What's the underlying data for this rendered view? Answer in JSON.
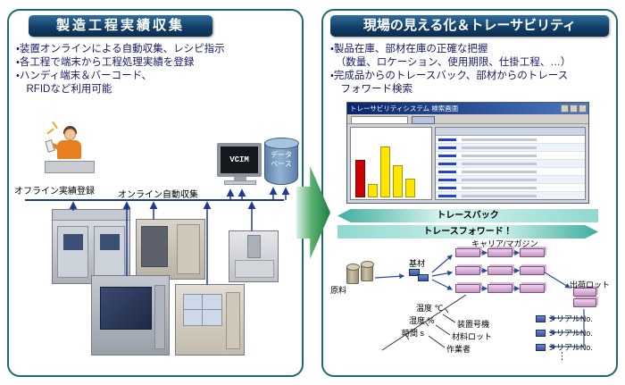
{
  "colors": {
    "panel_border": "#1f6b6b",
    "header_blue": "#0e3a60",
    "flow_arrow_green": "#1e7e46",
    "trace_teal": "#3fae9e",
    "bar_red": "#cc0000",
    "bar_yellow": "#ffe600"
  },
  "left_panel": {
    "title": "製造工程実績収集",
    "bullets": [
      "・装置オンラインによる自動収集、レシピ指示",
      "・各工程で端末から工程処理実績を登録",
      "・ハンディ端末＆バーコード、",
      "　RFIDなど利用可能"
    ],
    "label_offline": "オフライン実績登録",
    "label_online": "オンライン自動収集",
    "vcim_label": "VCIM",
    "database_label": [
      "データ",
      "ベース"
    ]
  },
  "right_panel": {
    "title": "現場の見える化＆トレーサビリティ",
    "bullets": [
      "・製品在庫、部材在庫の正確な把握",
      "　（数量、ロケーション、使用期限、仕掛工程、…）",
      "・完成品からのトレースバック、部材からのトレース",
      "　フォワード検索"
    ],
    "screenshot": {
      "title": "トレーサビリティシステム 検索画面",
      "bars": [
        {
          "color": "#cc0000",
          "height": 55
        },
        {
          "color": "#ffe600",
          "height": 20
        },
        {
          "color": "#ffe600",
          "height": 75
        },
        {
          "color": "#ffe600",
          "height": 48
        },
        {
          "color": "#ffe600",
          "height": 28
        }
      ],
      "table_rows": 8
    },
    "trace_back": "トレースバック",
    "trace_forward": "トレースフォワード！",
    "flow": {
      "carrier": "キャリア/マガジン",
      "raw": "原料",
      "base": "基材",
      "ship": "出荷ロット",
      "serial": "シリアルNo.",
      "dots": "⋮",
      "temp": "温度 ℃",
      "humidity": "湿度 %",
      "time": "時間 s",
      "machine": "装置号機",
      "material_lot": "材料ロット",
      "worker": "作業者"
    }
  }
}
